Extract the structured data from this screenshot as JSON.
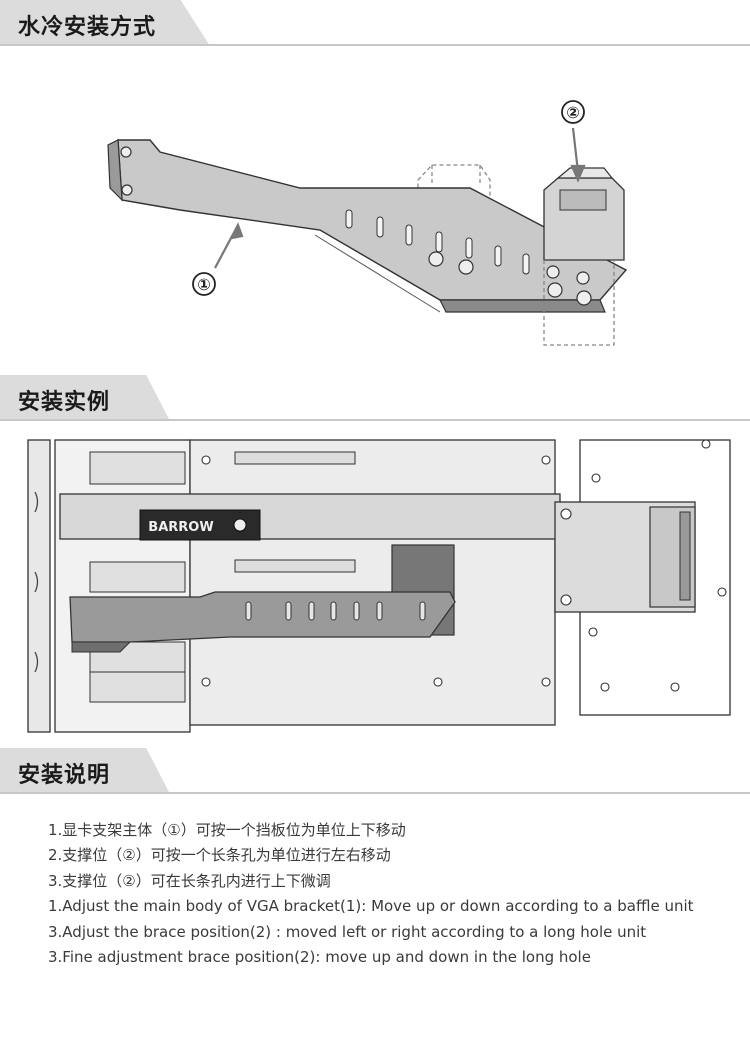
{
  "sections": {
    "install_method": {
      "title": "水冷安装方式"
    },
    "install_example": {
      "title": "安装实例"
    },
    "install_instructions": {
      "title": "安装说明"
    }
  },
  "diagram": {
    "callout_1": "①",
    "callout_2": "②"
  },
  "photo": {
    "brand_label": "BARROW"
  },
  "instructions": [
    "1.显卡支架主体（①）可按一个挡板位为单位上下移动",
    "2.支撑位（②）可按一个长条孔为单位进行左右移动",
    "3.支撑位（②）可在长条孔内进行上下微调",
    "1.Adjust the main body of VGA bracket(1): Move up or down according to a baffle unit",
    "3.Adjust the brace position(2) : moved left or right according to a long hole unit",
    "3.Fine adjustment brace position(2): move up and down in the long hole"
  ]
}
